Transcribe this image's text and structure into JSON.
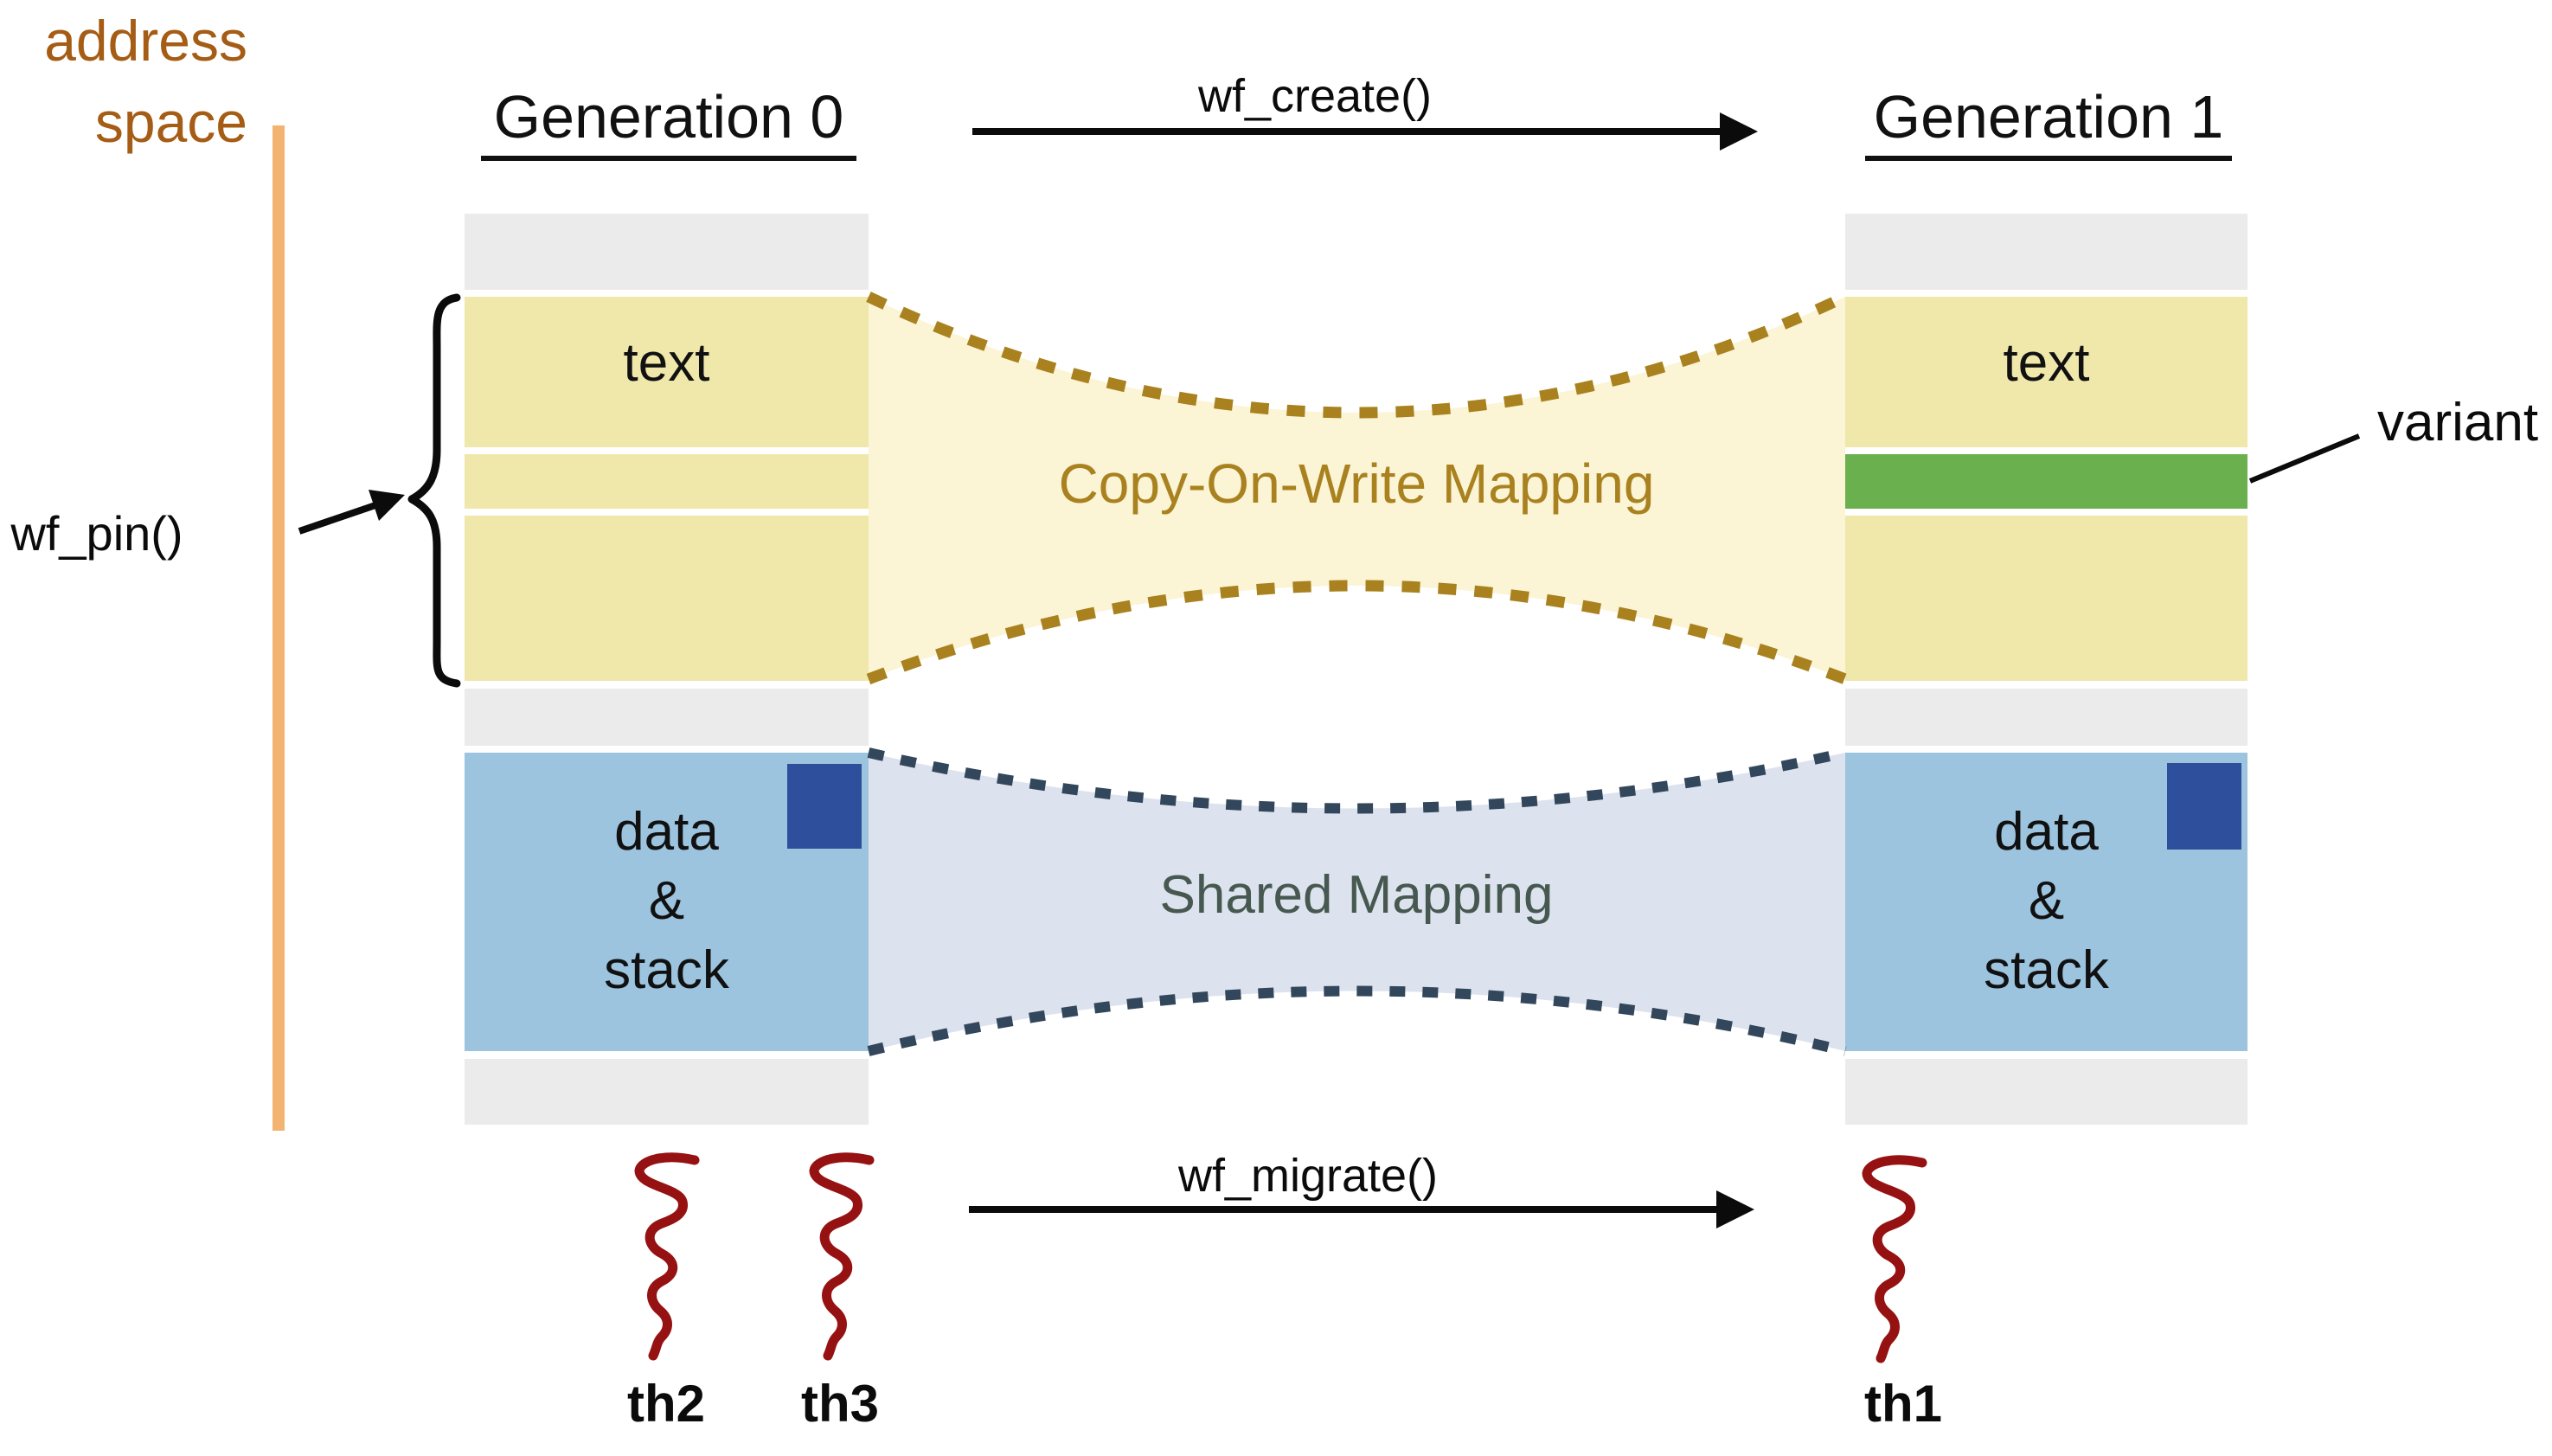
{
  "diagram": {
    "address_space_label": {
      "line1": "address",
      "line2": "space"
    },
    "generations": {
      "gen0": "Generation 0",
      "gen1": "Generation 1"
    },
    "operations": {
      "create": "wf_create()",
      "migrate": "wf_migrate()",
      "pin": "wf_pin()"
    },
    "mappings": {
      "cow": "Copy-On-Write Mapping",
      "shared": "Shared Mapping"
    },
    "segments": {
      "text": "text",
      "data_stack_line1": "data",
      "data_stack_line2": "&",
      "data_stack_line3": "stack"
    },
    "threads": {
      "th1": "th1",
      "th2": "th2",
      "th3": "th3"
    },
    "variant_label": "variant",
    "colors": {
      "address_space_text": "#a55c15",
      "address_space_bar": "#f3b471",
      "segment_yellow": "#f0e7ab",
      "segment_gray": "#ebebeb",
      "segment_blue": "#9cc4df",
      "pinned_square_navy": "#2e4f9b",
      "variant_green": "#6bb04e",
      "cow_fill": "#fbf4d5",
      "cow_accent": "#a9821f",
      "shared_fill": "#dde3ee",
      "shared_accent": "#33475c",
      "shared_text": "#46584f",
      "thread_red": "#961212"
    }
  }
}
